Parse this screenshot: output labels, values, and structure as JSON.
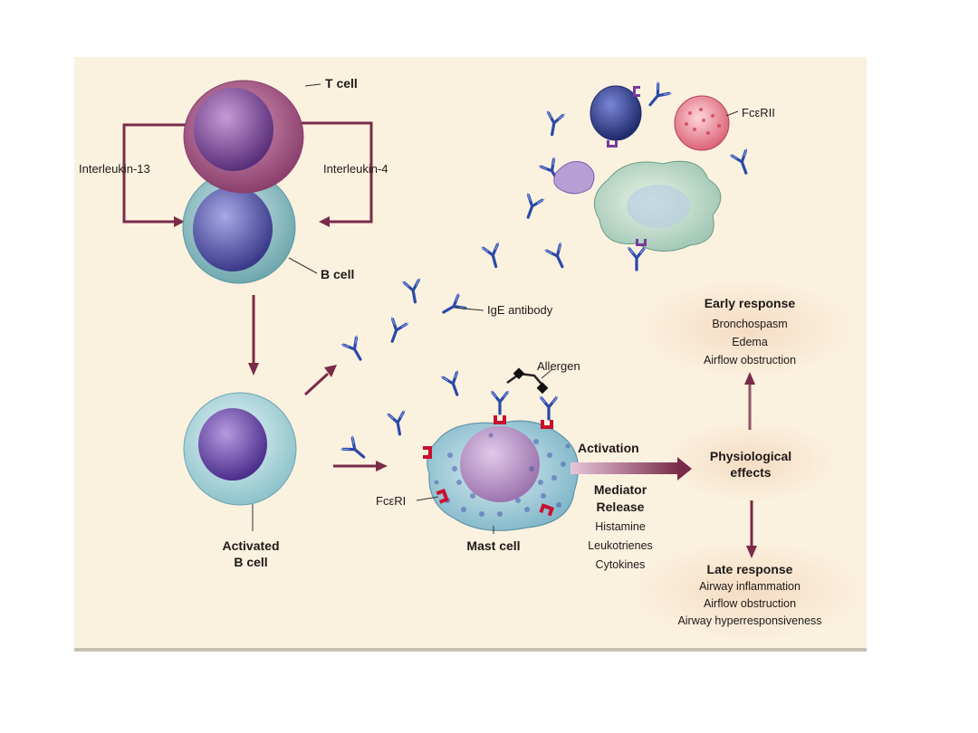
{
  "labels": {
    "t_cell": "T cell",
    "b_cell": "B cell",
    "interleukin_13": "Interleukin-13",
    "interleukin_4": "Interleukin-4",
    "fceri_ii": "FcεRII",
    "ige_antibody": "IgE antibody",
    "allergen": "Allergen",
    "activated_b_cell_line1": "Activated",
    "activated_b_cell_line2": "B cell",
    "fceri": "FcεRI",
    "mast_cell": "Mast cell",
    "activation": "Activation",
    "mediator_release_line1": "Mediator",
    "mediator_release_line2": "Release",
    "mediators": [
      "Histamine",
      "Leukotrienes",
      "Cytokines"
    ],
    "physiological_effects_line1": "Physiological",
    "physiological_effects_line2": "effects",
    "early_response": {
      "title": "Early response",
      "items": [
        "Bronchospasm",
        "Edema",
        "Airflow obstruction"
      ]
    },
    "late_response": {
      "title": "Late response",
      "items": [
        "Airway inflammation",
        "Airflow obstruction",
        "Airway hyperresponsiveness"
      ]
    }
  },
  "colors": {
    "background": "#fbf1df",
    "arrow": "#7a2b4a",
    "antibody": "#2a4aa8",
    "receptor": "#c8102e",
    "t_cell": "#a0507e",
    "b_cell": "#5a5aa8"
  }
}
